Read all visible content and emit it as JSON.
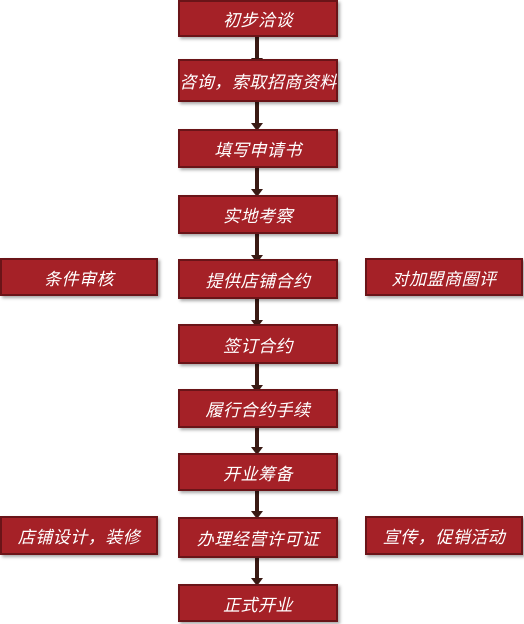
{
  "flow": {
    "main_steps": [
      "初步洽谈",
      "咨询，索取招商资料",
      "填写申请书",
      "实地考察",
      "提供店铺合约",
      "签订合约",
      "履行合约手续",
      "开业筹备",
      "办理经营许可证",
      "正式开业"
    ],
    "side_steps": {
      "left_contract": "条件审核",
      "right_contract": "对加盟商圈评",
      "left_license": "店铺设计，装修",
      "right_license": "宣传，促销活动"
    }
  },
  "colors": {
    "box_fill": "#a52127",
    "box_border": "#6a1418",
    "arrow": "#3a1a14",
    "text": "#ffffff"
  }
}
